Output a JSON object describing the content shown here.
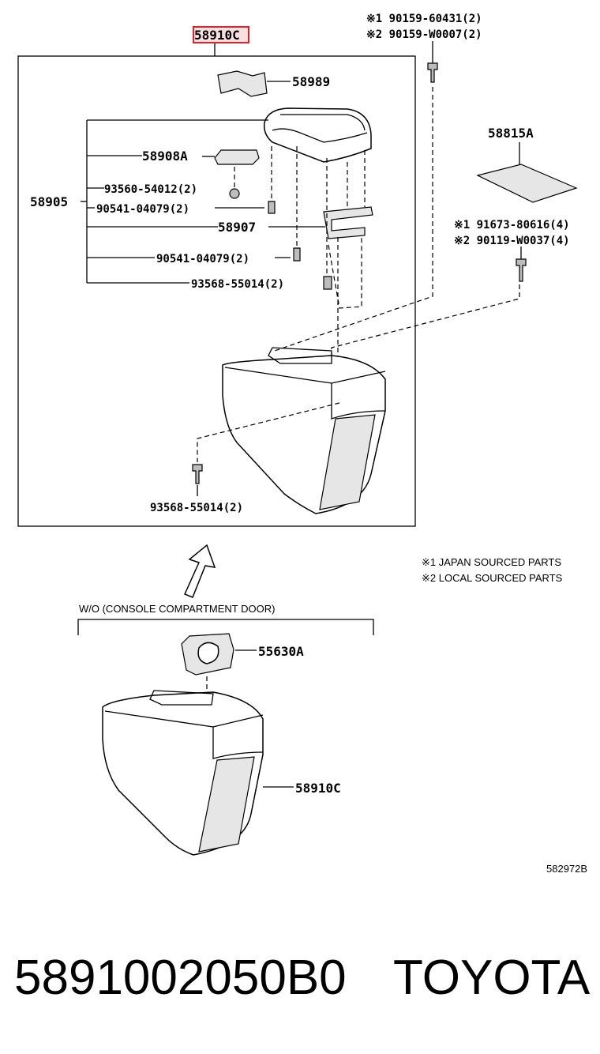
{
  "diagram": {
    "highlight_color": "#e0202a",
    "top_part": "58910C",
    "labels": {
      "p58989": "58989",
      "p58908A": "58908A",
      "p58905": "58905",
      "b93560": "93560-54012(2)",
      "b90541a": "90541-04079(2)",
      "p58907": "58907",
      "b90541b": "90541-04079(2)",
      "b93568a": "93568-55014(2)",
      "b93568b": "93568-55014(2)",
      "p58815A": "58815A",
      "s1a": "※1 90159-60431(2)",
      "s2a": "※2 90159-W0007(2)",
      "s1b": "※1 91673-80616(4)",
      "s2b": "※2 90119-W0037(4)",
      "p55630A": "55630A",
      "p58910C": "58910C"
    },
    "notes": {
      "n1": "※1  JAPAN SOURCED PARTS",
      "n2": "※2  LOCAL SOURCED PARTS",
      "wo": "W/O (CONSOLE COMPARTMENT DOOR)"
    },
    "diagram_code": "582972B"
  },
  "footer": {
    "part_number": "5891002050B0",
    "brand": "TOYOTA"
  }
}
